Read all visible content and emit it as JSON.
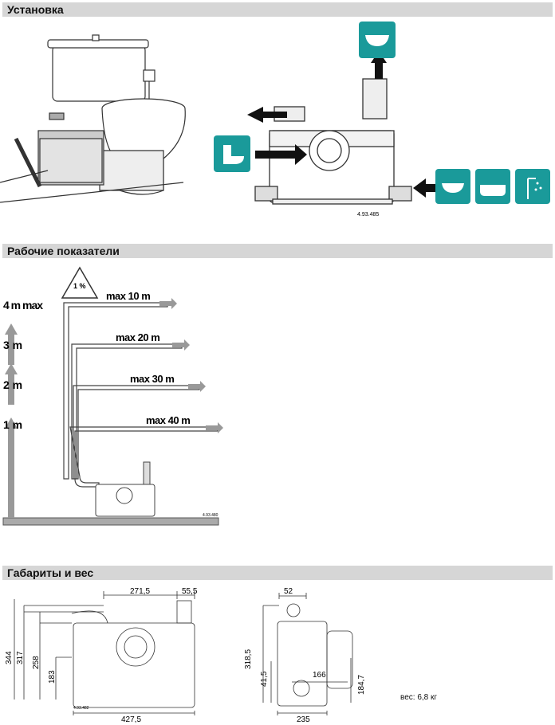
{
  "sections": {
    "install": {
      "title": "Установка",
      "code": "4.93.485"
    },
    "performance": {
      "title": "Рабочие показатели",
      "code": "4.93.480"
    },
    "dimensions": {
      "title": "Габариты и вес",
      "code": "4.93.482"
    }
  },
  "performance": {
    "slope": "1 %",
    "heights": [
      "4 m max",
      "3 m",
      "2 m",
      "1 m"
    ],
    "runs": [
      "max 10 m",
      "max 20 m",
      "max 30 m",
      "max 40 m"
    ]
  },
  "dimensions": {
    "front": {
      "top_width": "271,5",
      "outlet_offset": "55,5",
      "h1": "344",
      "h2": "317",
      "h3": "258",
      "h4": "183",
      "base_width": "427,5"
    },
    "side": {
      "top": "52",
      "h1": "318,5",
      "h2": "41,5",
      "inner": "166",
      "h3": "184,7",
      "base_width": "235"
    },
    "weight": "вес: 6,8 кг"
  },
  "colors": {
    "teal": "#1a9a9a",
    "header": "#d6d6d6",
    "arrow": "#9a9a9a"
  },
  "icons": [
    "washbasin-icon",
    "toilet-icon",
    "bidet-icon",
    "bathtub-icon",
    "shower-icon"
  ]
}
